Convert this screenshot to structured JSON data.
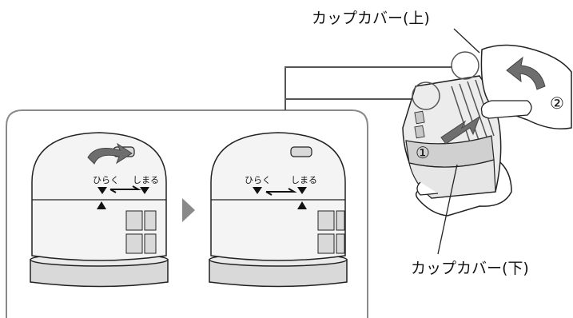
{
  "labels": {
    "upper_cover": "カップカバー(上)",
    "lower_cover": "カップカバー(下)",
    "step_1": "①",
    "step_2": "②"
  },
  "left_cap": {
    "open_label": "ひらく",
    "close_label": "しまる"
  },
  "right_cap": {
    "open_label": "ひらく",
    "close_label": "しまる"
  },
  "colors": {
    "line": "#222222",
    "fill_light": "#f4f4f4",
    "fill_mid": "#d9d9d9",
    "arrow": "#6e6e6e",
    "panel_border": "#8a8a8a"
  }
}
